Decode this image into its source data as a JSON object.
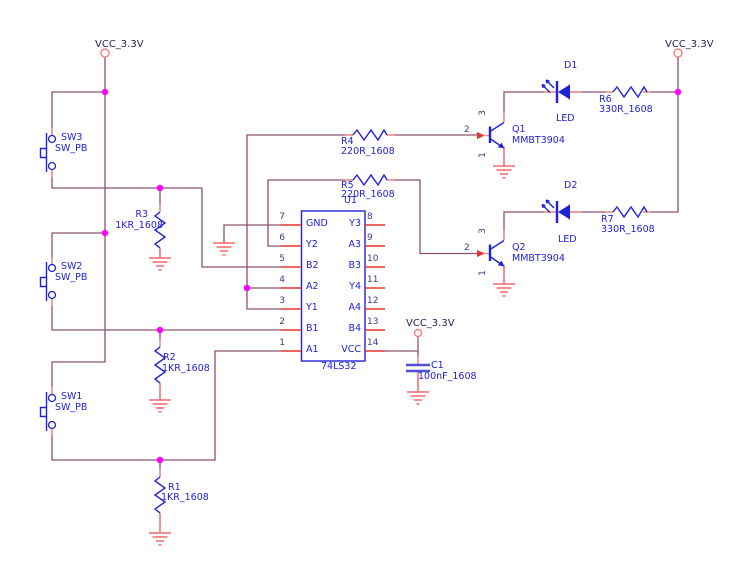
{
  "nets": {
    "vcc": "VCC_3.3V"
  },
  "components": {
    "switches": [
      {
        "ref": "SW1",
        "part": "SW_PB"
      },
      {
        "ref": "SW2",
        "part": "SW_PB"
      },
      {
        "ref": "SW3",
        "part": "SW_PB"
      }
    ],
    "resistors": [
      {
        "ref": "R1",
        "value": "1KR_1608"
      },
      {
        "ref": "R2",
        "value": "1KR_1608"
      },
      {
        "ref": "R3",
        "value": "1KR_1608"
      },
      {
        "ref": "R4",
        "value": "220R_1608"
      },
      {
        "ref": "R5",
        "value": "220R_1608"
      },
      {
        "ref": "R6",
        "value": "330R_1608"
      },
      {
        "ref": "R7",
        "value": "330R_1608"
      }
    ],
    "leds": [
      {
        "ref": "D1",
        "part": "LED"
      },
      {
        "ref": "D2",
        "part": "LED"
      }
    ],
    "transistors": [
      {
        "ref": "Q1",
        "part": "MMBT3904",
        "pin_base": "2",
        "pin_collector": "3",
        "pin_emitter": "1"
      },
      {
        "ref": "Q2",
        "part": "MMBT3904",
        "pin_base": "2",
        "pin_collector": "3",
        "pin_emitter": "1"
      }
    ],
    "capacitors": [
      {
        "ref": "C1",
        "value": "100nF_1608"
      }
    ],
    "ic": {
      "ref": "U1",
      "part": "74LS32",
      "left_pins": [
        {
          "num": "7",
          "name": "GND"
        },
        {
          "num": "6",
          "name": "Y2"
        },
        {
          "num": "5",
          "name": "B2"
        },
        {
          "num": "4",
          "name": "A2"
        },
        {
          "num": "3",
          "name": "Y1"
        },
        {
          "num": "2",
          "name": "B1"
        },
        {
          "num": "1",
          "name": "A1"
        }
      ],
      "right_pins": [
        {
          "num": "8",
          "name": "Y3"
        },
        {
          "num": "9",
          "name": "A3"
        },
        {
          "num": "10",
          "name": "B3"
        },
        {
          "num": "11",
          "name": "Y4"
        },
        {
          "num": "12",
          "name": "A4"
        },
        {
          "num": "13",
          "name": "B4"
        },
        {
          "num": "14",
          "name": "VCC"
        }
      ]
    }
  },
  "colors": {
    "wire": "#8d5272",
    "component_outline": "#2121d9",
    "label_text": "#1f1fd6",
    "net_label_text": "#23235a",
    "junction": "#ff00ff",
    "ic_pin": "#e8342a",
    "terminal_stub": "#f0908c",
    "ground": "#f26a6a",
    "power_port": "#f08080",
    "background": "#ffffff"
  }
}
